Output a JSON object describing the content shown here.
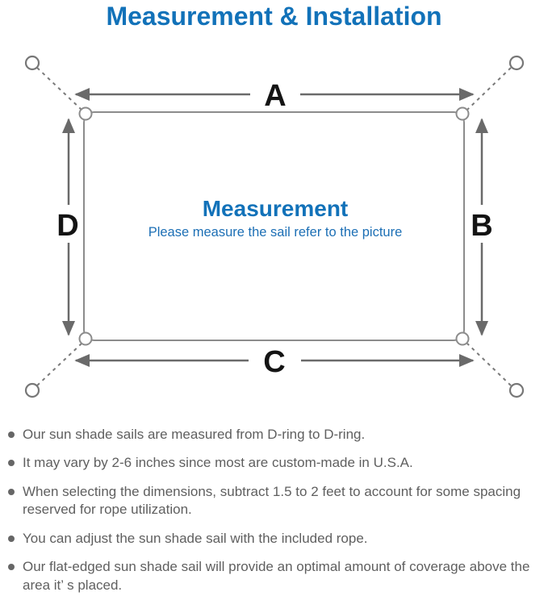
{
  "title": "Measurement & Installation",
  "diagram": {
    "center_title": "Measurement",
    "center_subtitle": "Please measure the sail refer to the picture",
    "labels": {
      "top": "A",
      "right": "B",
      "bottom": "C",
      "left": "D"
    },
    "colors": {
      "accent_blue": "#1272b9",
      "outline_gray": "#8c8c8c",
      "arrow_gray": "#6a6a6a",
      "label_black": "#141414"
    }
  },
  "notes": {
    "items": [
      "Our sun shade sails are measured from D-ring to D-ring.",
      "It may vary by 2-6 inches since most are custom-made in U.S.A.",
      "When selecting the dimensions, subtract 1.5 to 2 feet to account for some spacing reserved for rope utilization.",
      "You can adjust the sun shade sail with the included rope.",
      "Our flat-edged sun shade sail will provide an optimal amount of coverage above the area it’ s placed."
    ]
  }
}
